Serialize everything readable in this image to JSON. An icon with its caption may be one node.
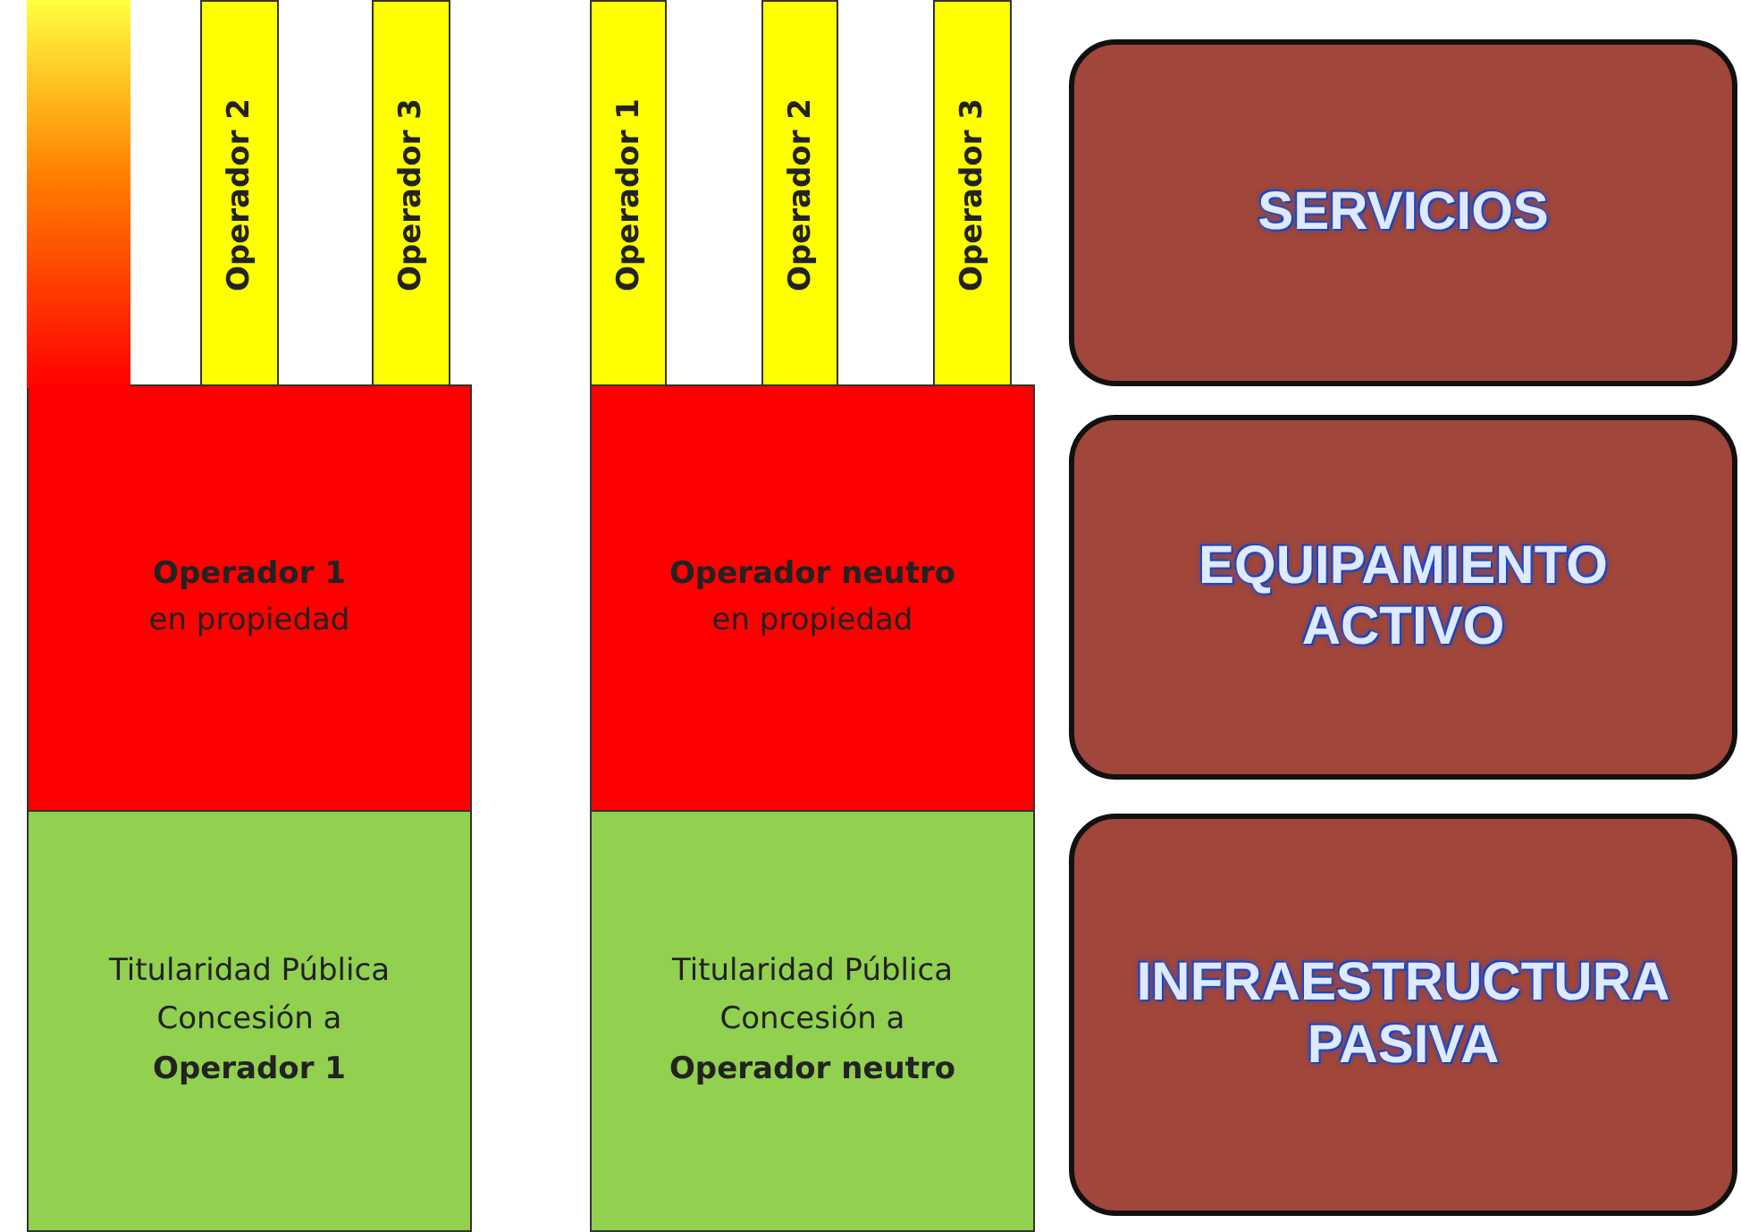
{
  "diagram": {
    "nodes": [
      {
        "text": [],
        "shape": "bar"
      },
      {
        "text": [
          "Operador 2"
        ]
      },
      {
        "text": [
          "Operador 3"
        ]
      },
      {
        "text": [
          "Operador 1",
          "en propiedad"
        ]
      },
      {
        "text": [
          "Titularidad Pública Concesión a **Operador 1**"
        ]
      },
      {
        "text": [
          "Operador 1"
        ]
      },
      {
        "text": [
          "Operador 2"
        ]
      },
      {
        "text": [
          "Operador 3"
        ]
      },
      {
        "text": [
          "Operador neutro",
          "en propiedad"
        ]
      },
      {
        "text": [
          "Titularidad Pública Concesión a **Operador neutro**"
        ]
      },
      {
        "text": [
          "SERVICIOS"
        ]
      },
      {
        "text": [
          "EQUIPAMIENTO ACTIVO"
        ]
      },
      {
        "text": [
          "INFRAESTRUCTURA PASIVA"
        ]
      }
    ]
  }
}
